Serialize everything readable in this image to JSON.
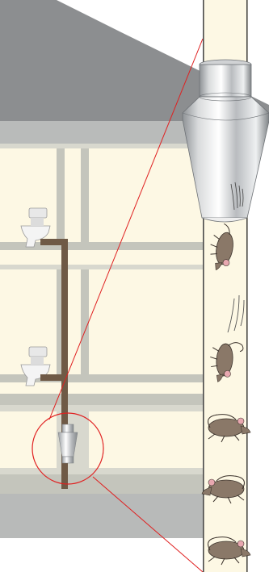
{
  "illustration": {
    "subject": "building-drain-pipe-with-rat-deterrent-cone",
    "colors": {
      "roof": "#8c8e90",
      "wall": "#c6c8c7",
      "window": "#fdf8e4",
      "window_frame": "#d8d8ce",
      "window_bar": "#c4c5bc",
      "pipe": "#6f5a46",
      "chute": "#fdf8e4",
      "chute_border": "#4a4a4a",
      "callout_line": "#e02020",
      "rat_body": "#8a7868",
      "rat_ear": "#e8a8b0",
      "metal_light": "#f2f2f2",
      "metal_dark": "#8e9296"
    },
    "rat_poses": [
      "falling",
      "falling",
      "scrambling",
      "scrambling",
      "scrambling"
    ]
  }
}
